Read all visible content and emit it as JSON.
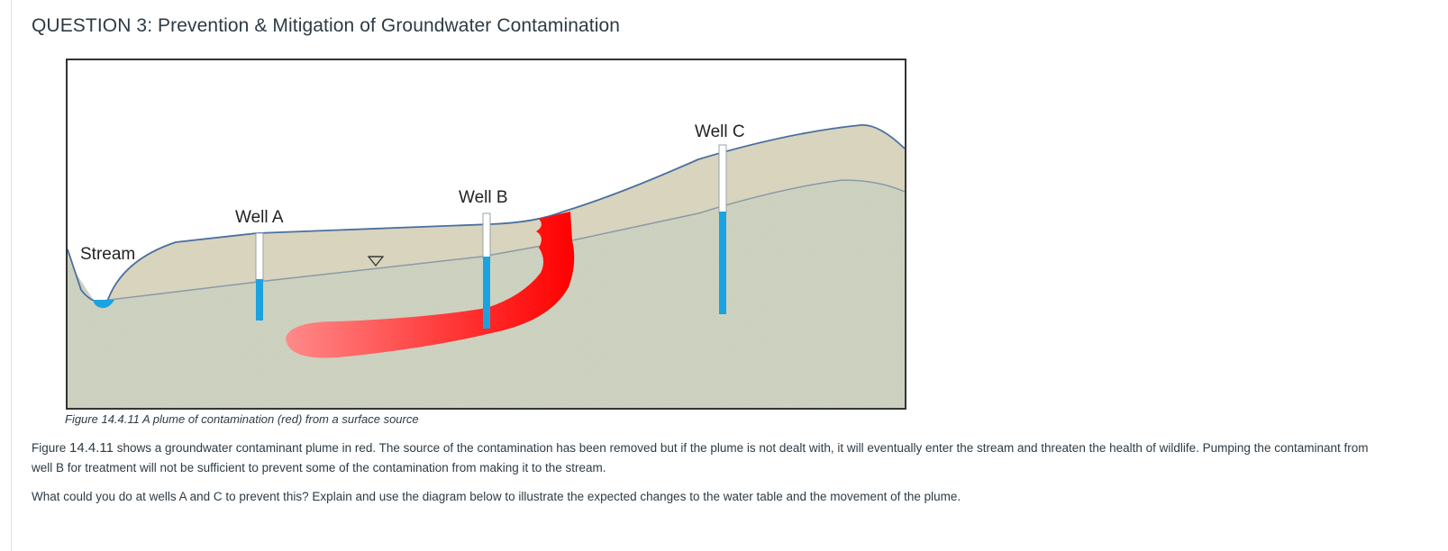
{
  "question": {
    "title": "QUESTION 3:  Prevention & Mitigation of Groundwater Contamination"
  },
  "figure": {
    "labels": {
      "stream": "Stream",
      "well_a": "Well A",
      "well_b": "Well B",
      "well_c": "Well C"
    },
    "colors": {
      "ground_surface": "#d8d4bd",
      "saturated_zone": "#cfd3c2",
      "water": "#1aa3e0",
      "plume_dark": "#ff0000",
      "plume_light": "#ff8a8a",
      "surface_line": "#4a6fa0",
      "water_table_line": "#8a9aa8"
    },
    "icons": {
      "water_table_marker": "inverted-triangle"
    },
    "caption": "Figure 14.4.11 A plume of contamination (red) from a surface source"
  },
  "body": {
    "paragraph1_prefix": "Figure ",
    "paragraph1_ref": "14.4.11",
    "paragraph1_rest": " shows a groundwater contaminant plume in red. The source of the contamination has been removed but if the plume is not dealt with, it will eventually enter the stream and threaten the health of wildlife. Pumping the contaminant from well B for treatment will not be sufficient to prevent some of the contamination from making it to the stream.",
    "paragraph2": "What could you do at wells A and C to prevent this? Explain and use the diagram below to illustrate the expected changes to the water table and the movement of the plume."
  }
}
